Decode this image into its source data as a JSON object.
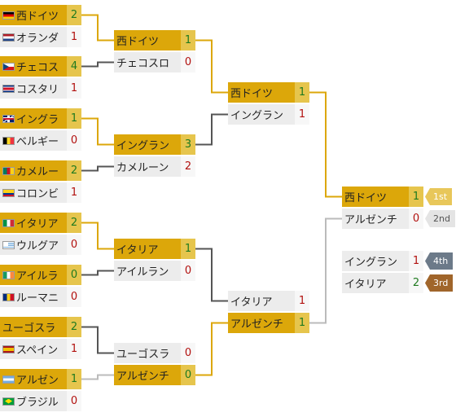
{
  "colors": {
    "winner_bg": "#dca70a",
    "winner_line": "#dca70a",
    "slot_bg": "#ececec",
    "loser_line": "#555555",
    "final_loser_line": "#bbbbbb",
    "score_green": "#1f7a1f",
    "score_red": "#b2110f",
    "tag_1st_bg": "#e8c75a",
    "tag_2nd_bg": "#e4e4e4",
    "tag_4th_bg": "#6c7a89",
    "tag_3rd_bg": "#a0652a"
  },
  "rounds": {
    "round16": [
      {
        "team": "西ドイツ",
        "flag": "de",
        "score": "2",
        "win": true
      },
      {
        "team": "オランダ",
        "flag": "nl",
        "score": "1",
        "win": false
      },
      {
        "team": "チェコス",
        "flag": "cs",
        "score": "4",
        "win": true
      },
      {
        "team": "コスタリ",
        "flag": "cr",
        "score": "1",
        "win": false
      },
      {
        "team": "イングラ",
        "flag": "en",
        "score": "1",
        "win": true
      },
      {
        "team": "ベルギー",
        "flag": "be",
        "score": "0",
        "win": false
      },
      {
        "team": "カメルー",
        "flag": "cm",
        "score": "2",
        "win": true
      },
      {
        "team": "コロンビ",
        "flag": "co",
        "score": "1",
        "win": false
      },
      {
        "team": "イタリア",
        "flag": "it",
        "score": "2",
        "win": true
      },
      {
        "team": "ウルグア",
        "flag": "uy",
        "score": "0",
        "win": false
      },
      {
        "team": "アイルラ",
        "flag": "ie",
        "score": "0",
        "win": true
      },
      {
        "team": "ルーマニ",
        "flag": "ro",
        "score": "0",
        "win": false
      },
      {
        "team": "ユーゴスラ",
        "flag": "",
        "score": "2",
        "win": true
      },
      {
        "team": "スペイン",
        "flag": "es",
        "score": "1",
        "win": false
      },
      {
        "team": "アルゼン",
        "flag": "ar",
        "score": "1",
        "win": true
      },
      {
        "team": "ブラジル",
        "flag": "br",
        "score": "0",
        "win": false
      }
    ],
    "quarterfinals": [
      {
        "team": "西ドイツ",
        "score": "1",
        "win": true
      },
      {
        "team": "チェコスロ",
        "score": "0",
        "win": false
      },
      {
        "team": "イングラン",
        "score": "3",
        "win": true
      },
      {
        "team": "カメルーン",
        "score": "2",
        "win": false
      },
      {
        "team": "イタリア",
        "score": "1",
        "win": true
      },
      {
        "team": "アイルラン",
        "score": "0",
        "win": false
      },
      {
        "team": "ユーゴスラ",
        "score": "0",
        "win": false
      },
      {
        "team": "アルゼンチ",
        "score": "0",
        "win": true
      }
    ],
    "semifinals": [
      {
        "team": "西ドイツ",
        "score": "1",
        "win": true
      },
      {
        "team": "イングラン",
        "score": "1",
        "win": false
      },
      {
        "team": "イタリア",
        "score": "1",
        "win": false
      },
      {
        "team": "アルゼンチ",
        "score": "1",
        "win": true
      }
    ],
    "final": [
      {
        "team": "西ドイツ",
        "score": "1",
        "win": true,
        "tag": "1st"
      },
      {
        "team": "アルゼンチ",
        "score": "0",
        "win": false,
        "tag": "2nd"
      }
    ],
    "third_place": [
      {
        "team": "イングラン",
        "score": "1",
        "win": false,
        "tag": "4th"
      },
      {
        "team": "イタリア",
        "score": "2",
        "win": true,
        "tag": "3rd"
      }
    ]
  }
}
